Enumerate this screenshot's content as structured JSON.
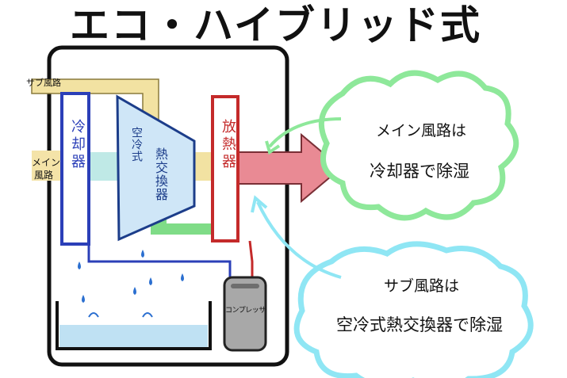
{
  "title": "エコ・ハイブリッド式",
  "labels": {
    "sub_airway": "サブ風路",
    "main_airway_line1": "メイン",
    "main_airway_line2": "風路",
    "cooler": "冷却器",
    "heat_exchanger_line1": "空冷式",
    "heat_exchanger_line2": "熱交換器",
    "radiator": "放熱器",
    "compressor": "コンプレッサー"
  },
  "callouts": {
    "main": {
      "line1": "メイン風路は",
      "line2": "冷却器で除湿"
    },
    "sub": {
      "line1": "サブ風路は",
      "line2": "空冷式熱交換器で除湿"
    }
  },
  "colors": {
    "main_cloud": "#8ee89a",
    "sub_cloud": "#8fe6f4",
    "cooler": "#2b3fb8",
    "radiator": "#c42a2a",
    "heat_exchanger": "#cfe6f7",
    "main_airflow": "#f4e3a8",
    "cool_airflow": "#bfe9e6",
    "hot_airflow": "#e98a94",
    "sub_airflow": "#f2e2a2",
    "water": "#bfe1f3",
    "compressor": "#a8a8a8"
  }
}
